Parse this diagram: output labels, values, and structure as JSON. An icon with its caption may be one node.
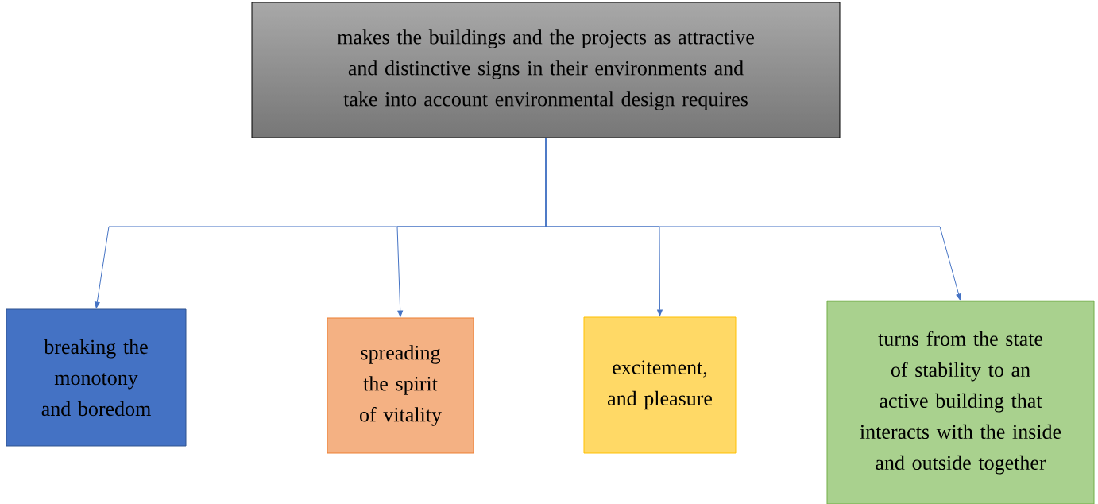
{
  "diagram": {
    "nodes": [
      {
        "text": [
          "makes the buildings and the projects as attractive and distinctive signs in their environments and take into account environmental design requires"
        ]
      },
      {
        "text": [
          "breaking the monotony and boredom"
        ]
      },
      {
        "text": [
          "spreading the spirit of vitality"
        ]
      },
      {
        "text": [
          "excitement, and pleasure"
        ]
      },
      {
        "text": [
          "turns from the state of stability to an active building that interacts with the inside and outside together"
        ]
      }
    ],
    "edges": [
      {
        "from": 0,
        "to": 1,
        "arrow": "to"
      },
      {
        "from": 0,
        "to": 2,
        "arrow": "to"
      },
      {
        "from": 0,
        "to": 3,
        "arrow": "to"
      },
      {
        "from": 0,
        "to": 4,
        "arrow": "to"
      }
    ]
  }
}
